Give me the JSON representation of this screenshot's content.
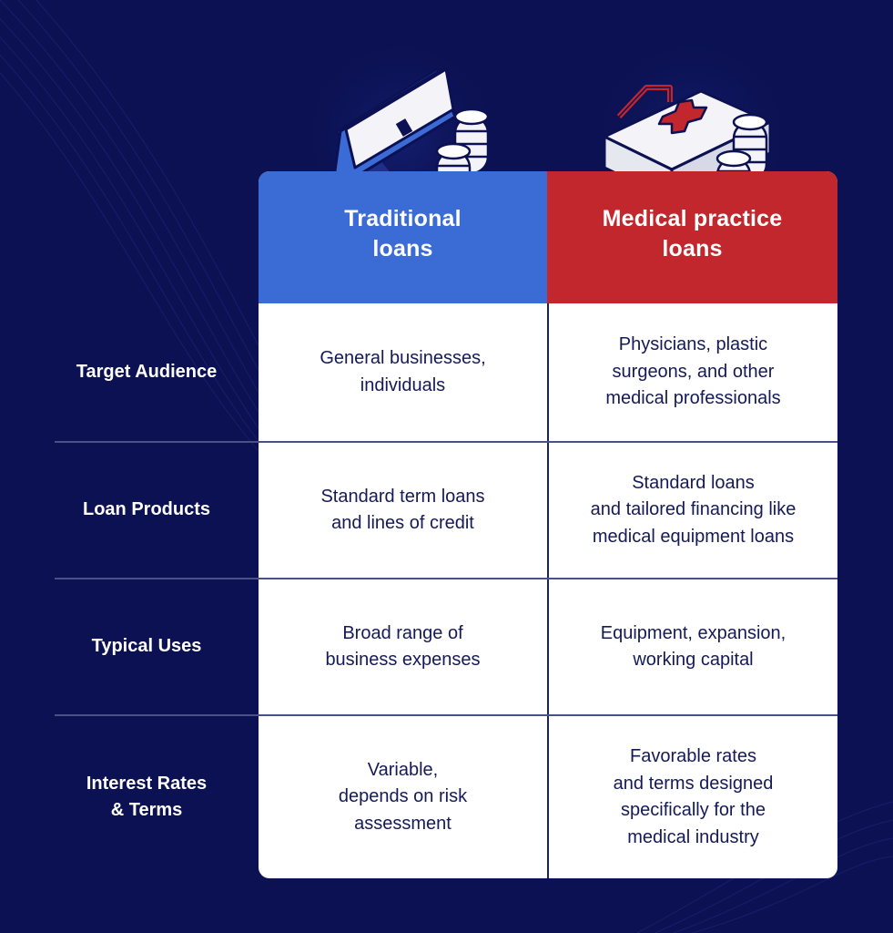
{
  "colors": {
    "background": "#0b1152",
    "traditional_header": "#3b6cd6",
    "medical_header": "#c1272d",
    "cell_text": "#151a57",
    "cell_background": "#ffffff"
  },
  "icons": {
    "traditional": "briefcase-with-coins-icon",
    "medical": "first-aid-kit-with-coins-icon"
  },
  "table": {
    "columns": [
      {
        "title_line1": "Traditional",
        "title_line2": "loans"
      },
      {
        "title_line1": "Medical practice",
        "title_line2": "loans"
      }
    ],
    "rows": [
      {
        "label": [
          "Target Audience"
        ],
        "traditional": [
          "General businesses,",
          "individuals"
        ],
        "medical": [
          "Physicians, plastic",
          "surgeons, and other",
          "medical professionals"
        ]
      },
      {
        "label": [
          "Loan Products"
        ],
        "traditional": [
          "Standard term loans",
          "and lines of credit"
        ],
        "medical": [
          "Standard loans",
          "and tailored financing like",
          "medical equipment loans"
        ]
      },
      {
        "label": [
          "Typical Uses"
        ],
        "traditional": [
          "Broad range of",
          "business expenses"
        ],
        "medical": [
          "Equipment, expansion,",
          "working capital"
        ]
      },
      {
        "label": [
          "Interest Rates",
          "& Terms"
        ],
        "traditional": [
          "Variable,",
          "depends on risk",
          "assessment"
        ],
        "medical": [
          "Favorable rates",
          "and terms designed",
          "specifically for the",
          "medical industry"
        ]
      }
    ]
  }
}
